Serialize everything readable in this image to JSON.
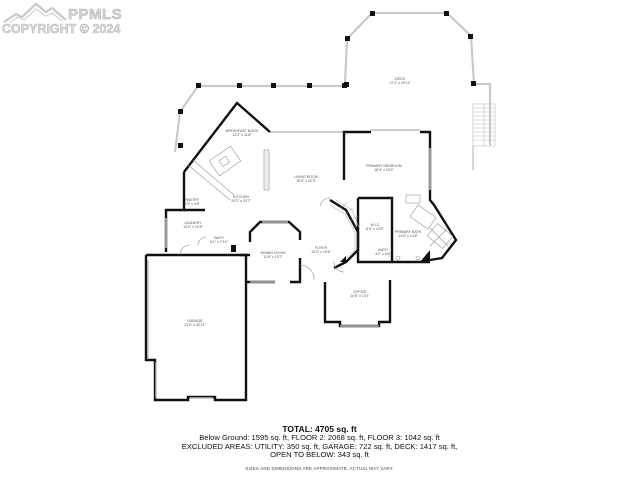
{
  "watermark": {
    "brand": "PPMLS",
    "copyright": "COPYRIGHT © 2024"
  },
  "rooms": {
    "deck": {
      "name": "DECK",
      "dims": "72'3\" x 49'11\""
    },
    "breakfast_nook": {
      "name": "BREAKFAST NOOK",
      "dims": "13'3\" x 11'8\""
    },
    "living_room": {
      "name": "LIVING ROOM",
      "dims": "16'3\" x 20'3\""
    },
    "primary_bedroom": {
      "name": "PRIMARY BEDROOM",
      "dims": "18'4\" x 16'2\""
    },
    "kitchen": {
      "name": "KITCHEN",
      "dims": "20'2\" x 23'7\""
    },
    "pantry": {
      "name": "PANTRY",
      "dims": "5'3\" x 4'8\""
    },
    "laundry": {
      "name": "LAUNDRY",
      "dims": "13'0\" x 10'8\""
    },
    "bath_half": {
      "name": "BATH",
      "dims": "6'1\" x 7'10\""
    },
    "wic": {
      "name": "W.I.C",
      "dims": "8'3\" x 13'6\""
    },
    "primary_bath": {
      "name": "PRIMARY BATH",
      "dims": "14'6\" x 13'8\""
    },
    "bath_small": {
      "name": "BATH",
      "dims": "4'1\" x 6'4\""
    },
    "dining_room": {
      "name": "DINING ROOM",
      "dims": "11'8\" x 13'7\""
    },
    "foyer": {
      "name": "FOYER",
      "dims": "10'3\" x 19'8\""
    },
    "office": {
      "name": "OFFICE",
      "dims": "14'8\" x 14'1\""
    },
    "garage": {
      "name": "GARAGE",
      "dims": "23'5\" x 32'11\""
    }
  },
  "summary": {
    "total": "TOTAL: 4705 sq. ft",
    "line1": "Below Ground: 1595 sq. ft, FLOOR 2: 2068 sq. ft, FLOOR 3: 1042 sq. ft",
    "line2": "EXCLUDED AREAS: UTILITY: 350 sq. ft, GARAGE: 722 sq. ft, DECK: 1417 sq. ft,",
    "line3": "OPEN TO BELOW: 343 sq. ft",
    "disclaimer": "SIZES AND DIMENSIONS ARE APPROXIMATE, ACTUAL MAY VARY."
  }
}
